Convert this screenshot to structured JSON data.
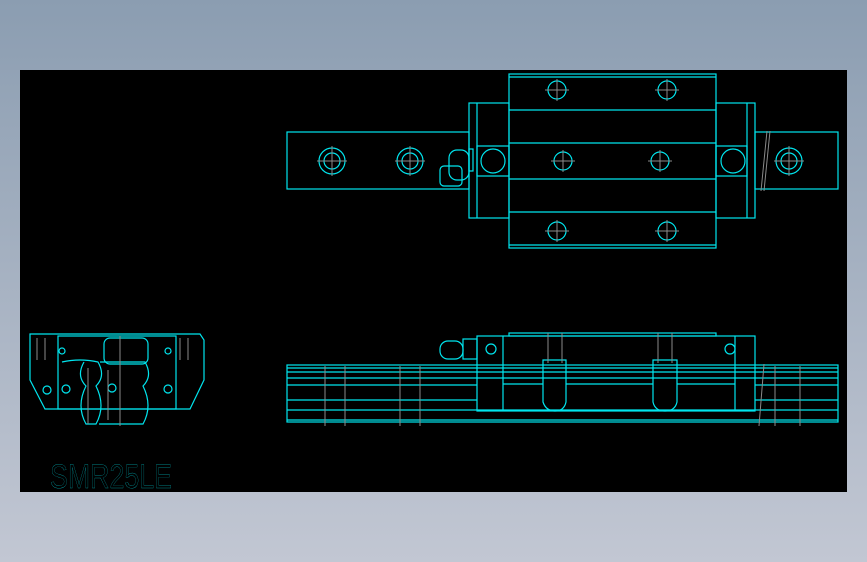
{
  "drawing": {
    "label": "SMR25LE",
    "views": [
      "top-view",
      "front-view",
      "side-view"
    ]
  },
  "colors": {
    "background": "#000000",
    "outline": "#00e5ee",
    "centerline": "#8a8a8a",
    "frame": "#9aa8bb"
  }
}
